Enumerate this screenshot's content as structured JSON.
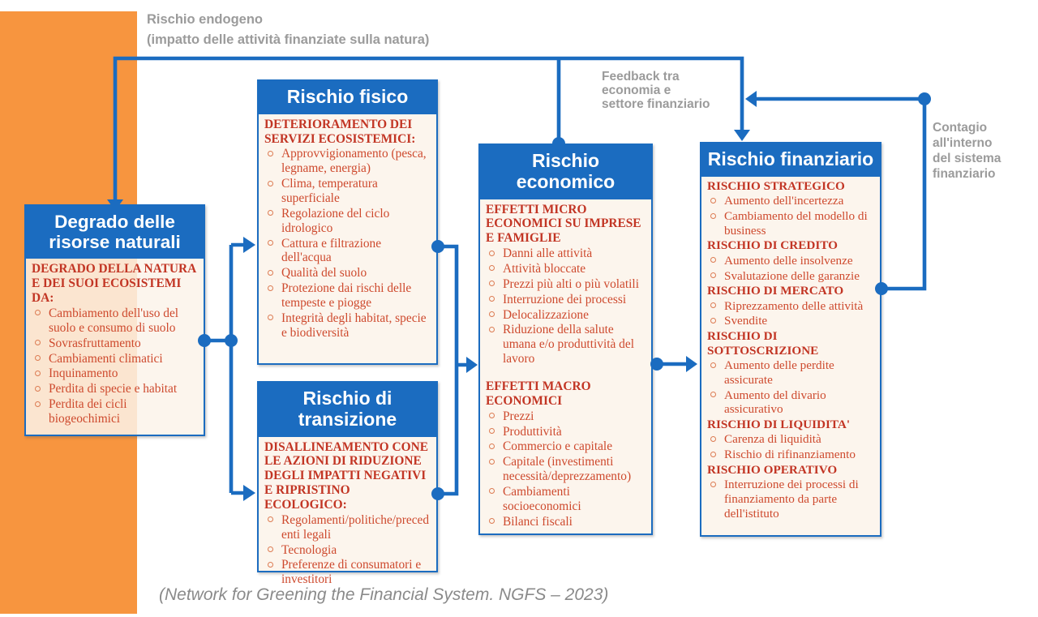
{
  "colors": {
    "accent_blue": "#1B6CC0",
    "band_orange": "#F7953F",
    "heading_red": "#C23524",
    "item_red": "#CE4A2E",
    "label_gray": "#9B9B9B"
  },
  "annotations": {
    "endogeno": "Rischio endogeno\n(impatto delle attività finanziate sulla natura)",
    "feedback": "Feedback tra\neconomia e\nsettore finanziario",
    "contagio": "Contagio\nall'interno\ndel sistema\nfinanziario",
    "citation": "(Network for Greening the Financial System. NGFS – 2023)"
  },
  "boxes": {
    "degrado": {
      "title": "Degrado delle risorse naturali",
      "sections": [
        {
          "heading": "DEGRADO DELLA NATURA E DEI SUOI ECOSISTEMI DA:",
          "items": [
            "Cambiamento dell'uso del suolo e consumo di suolo",
            "Sovrasfruttamento",
            "Cambiamenti climatici",
            "Inquinamento",
            "Perdita di specie e habitat",
            "Perdita dei cicli biogeochimici"
          ]
        }
      ]
    },
    "fisico": {
      "title": "Rischio fisico",
      "sections": [
        {
          "heading": "DETERIORAMENTO DEI SERVIZI ECOSISTEMICI:",
          "items": [
            "Approvvigionamento (pesca, legname, energia)",
            "Clima, temperatura superficiale",
            "Regolazione del ciclo idrologico",
            "Cattura e filtrazione dell'acqua",
            "Qualità del suolo",
            "Protezione dai rischi delle tempeste e piogge",
            "Integrità degli habitat, specie e biodiversità"
          ]
        }
      ]
    },
    "transizione": {
      "title": "Rischio di transizione",
      "sections": [
        {
          "heading": "DISALLINEAMENTO CONE LE AZIONI DI RIDUZIONE DEGLI IMPATTI NEGATIVI E RIPRISTINO ECOLOGICO:",
          "items": [
            "Regolamenti/politiche/precedenti legali",
            "Tecnologia",
            "Preferenze di consumatori e investitori"
          ]
        }
      ]
    },
    "economico": {
      "title": "Rischio economico",
      "sections": [
        {
          "heading": "EFFETTI MICRO ECONOMICI SU IMPRESE E FAMIGLIE",
          "items": [
            "Danni alle attività",
            "Attività bloccate",
            "Prezzi più alti o più volatili",
            "Interruzione dei processi",
            "Delocalizzazione",
            "Riduzione della salute umana e/o produttività del lavoro"
          ]
        },
        {
          "heading": "EFFETTI MACRO ECONOMICI",
          "items": [
            "Prezzi",
            "Produttività",
            "Commercio e capitale",
            "Capitale (investimenti necessità/deprezzamento)",
            "Cambiamenti socioeconomici",
            "Bilanci fiscali"
          ]
        }
      ]
    },
    "finanziario": {
      "title": "Rischio finanziario",
      "sections": [
        {
          "heading": "RISCHIO STRATEGICO",
          "items": [
            "Aumento dell'incertezza",
            "Cambiamento del modello di business"
          ]
        },
        {
          "heading": "RISCHIO DI CREDITO",
          "items": [
            "Aumento delle insolvenze",
            "Svalutazione delle garanzie"
          ]
        },
        {
          "heading": "RISCHIO DI MERCATO",
          "items": [
            "Riprezzamento delle attività",
            "Svendite"
          ]
        },
        {
          "heading": "RISCHIO DI SOTTOSCRIZIONE",
          "items": [
            "Aumento delle perdite assicurate",
            "Aumento del divario assicurativo"
          ]
        },
        {
          "heading": "RISCHIO DI LIQUIDITA'",
          "items": [
            "Carenza di liquidità",
            "Rischio di rifinanziamento"
          ]
        },
        {
          "heading": "RISCHIO OPERATIVO",
          "items": [
            "Interruzione dei processi di finanziamento da parte dell'istituto"
          ]
        }
      ]
    }
  }
}
